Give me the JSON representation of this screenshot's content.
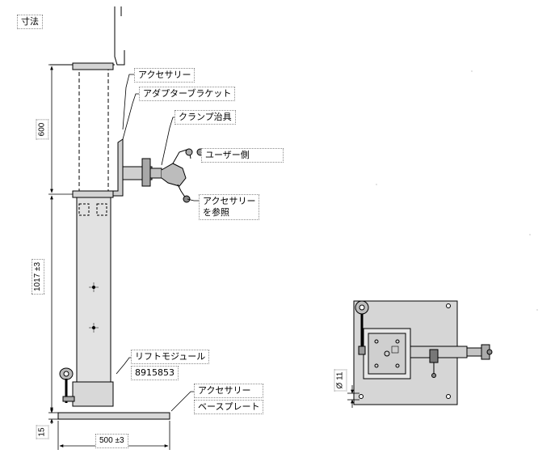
{
  "section_title": "寸法",
  "callouts": {
    "accessory": "アクセサリー",
    "adapter_bracket": "アダプターブラケット",
    "clamp_jig": "クランプ治具",
    "user_side": "ユーザー側",
    "see_accessory_line1": "アクセサリー",
    "see_accessory_line2": "を参照",
    "lift_module": "リフトモジュール",
    "lift_module_code": "8915853",
    "accessory_base": "アクセサリー",
    "base_plate": "ベースプレート"
  },
  "dimensions": {
    "upper_height": "600",
    "column_height": "1017 ±3",
    "plate_thickness": "15",
    "plate_width": "500 ±3",
    "hole_diameter": "Ø 11"
  }
}
